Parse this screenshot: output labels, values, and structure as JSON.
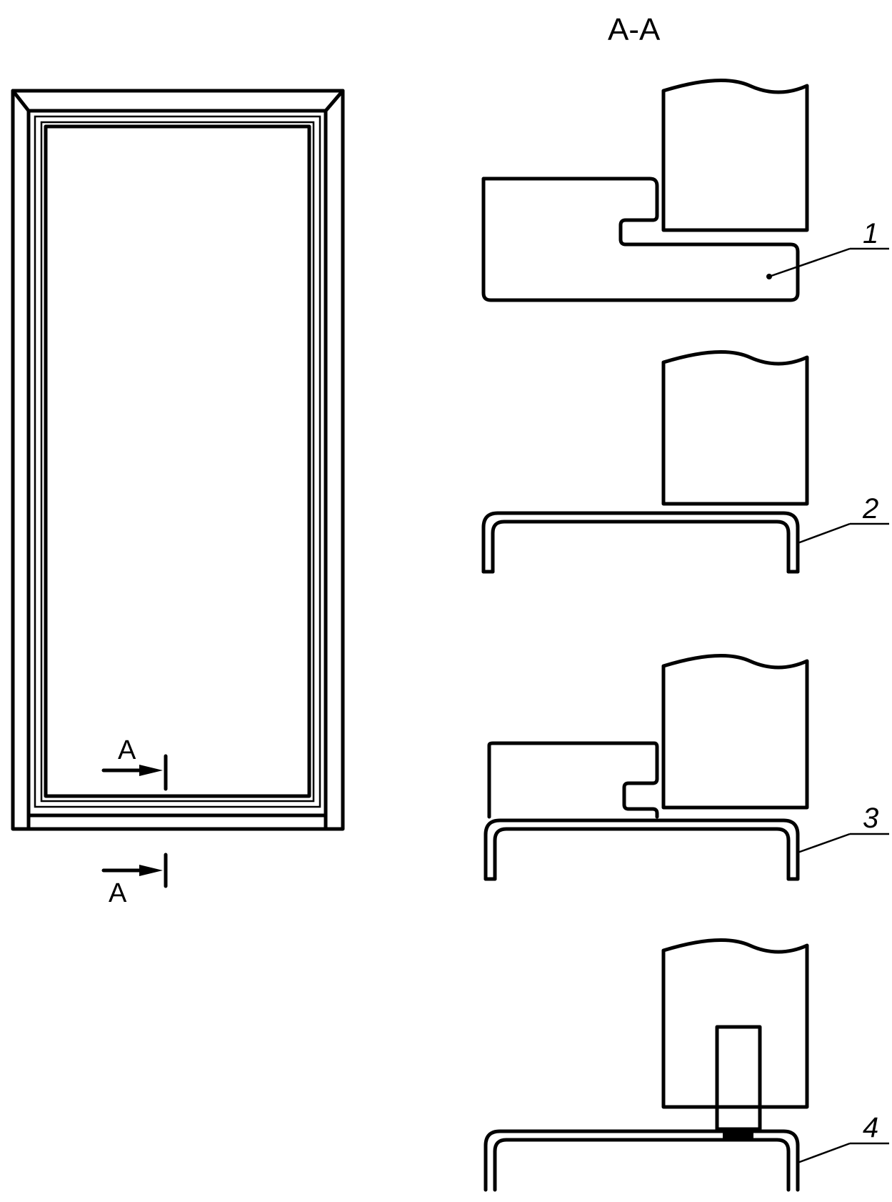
{
  "diagram": {
    "section_title": "A-A",
    "cut_marker_top": "A",
    "cut_marker_bottom": "A",
    "callouts": [
      "1",
      "2",
      "3",
      "4"
    ]
  }
}
